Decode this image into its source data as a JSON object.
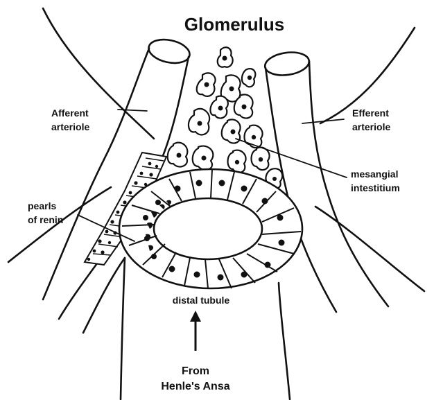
{
  "diagram": {
    "title": "Glomerulus",
    "labels": {
      "afferent": [
        "Afferent",
        "arteriole"
      ],
      "efferent": [
        "Efferent",
        "arteriole"
      ],
      "mesangial": [
        "mesangial",
        "intestitium"
      ],
      "pearls": [
        "pearls",
        "of renin"
      ],
      "distal": "distal tubule",
      "from": [
        "From",
        "Henle's Ansa"
      ]
    }
  }
}
